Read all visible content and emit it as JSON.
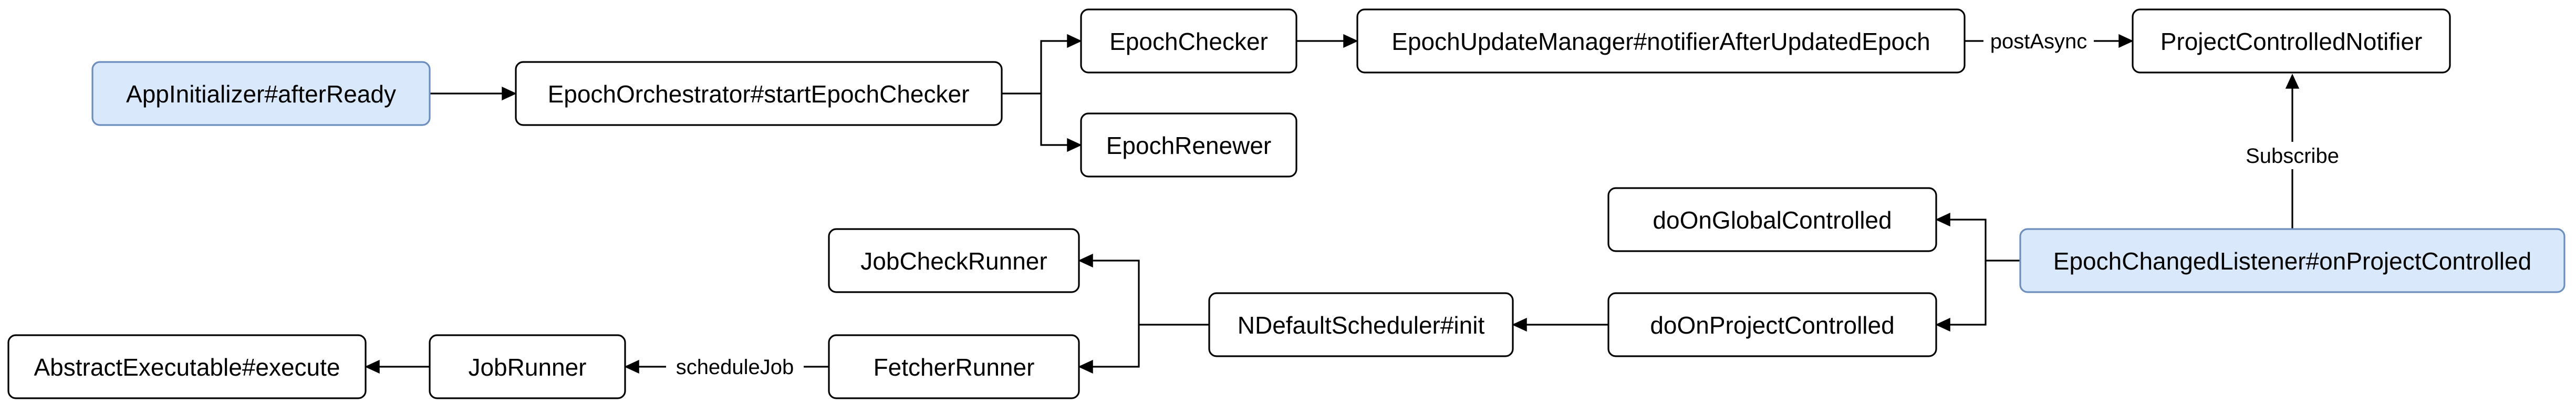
{
  "diagram": {
    "nodes": {
      "app_initializer": {
        "label": "AppInitializer#afterReady",
        "highlighted": true
      },
      "epoch_orchestrator": {
        "label": "EpochOrchestrator#startEpochChecker",
        "highlighted": false
      },
      "epoch_checker": {
        "label": "EpochChecker",
        "highlighted": false
      },
      "epoch_renewer": {
        "label": "EpochRenewer",
        "highlighted": false
      },
      "epoch_update_manager": {
        "label": "EpochUpdateManager#notifierAfterUpdatedEpoch",
        "highlighted": false
      },
      "project_controlled_notifier": {
        "label": "ProjectControlledNotifier",
        "highlighted": false
      },
      "epoch_changed_listener": {
        "label": "EpochChangedListener#onProjectControlled",
        "highlighted": true
      },
      "do_on_global_controlled": {
        "label": "doOnGlobalControlled",
        "highlighted": false
      },
      "do_on_project_controlled": {
        "label": "doOnProjectControlled",
        "highlighted": false
      },
      "ndefault_scheduler": {
        "label": "NDefaultScheduler#init",
        "highlighted": false
      },
      "job_check_runner": {
        "label": "JobCheckRunner",
        "highlighted": false
      },
      "fetcher_runner": {
        "label": "FetcherRunner",
        "highlighted": false
      },
      "job_runner": {
        "label": "JobRunner",
        "highlighted": false
      },
      "abstract_executable": {
        "label": "AbstractExecutable#execute",
        "highlighted": false
      }
    },
    "edges": [
      {
        "from": "app_initializer",
        "to": "epoch_orchestrator",
        "label": ""
      },
      {
        "from": "epoch_orchestrator",
        "to": "epoch_checker",
        "label": ""
      },
      {
        "from": "epoch_orchestrator",
        "to": "epoch_renewer",
        "label": ""
      },
      {
        "from": "epoch_checker",
        "to": "epoch_update_manager",
        "label": ""
      },
      {
        "from": "epoch_update_manager",
        "to": "project_controlled_notifier",
        "label": "postAsync"
      },
      {
        "from": "epoch_changed_listener",
        "to": "project_controlled_notifier",
        "label": "Subscribe"
      },
      {
        "from": "epoch_changed_listener",
        "to": "do_on_global_controlled",
        "label": ""
      },
      {
        "from": "epoch_changed_listener",
        "to": "do_on_project_controlled",
        "label": ""
      },
      {
        "from": "do_on_project_controlled",
        "to": "ndefault_scheduler",
        "label": ""
      },
      {
        "from": "ndefault_scheduler",
        "to": "job_check_runner",
        "label": ""
      },
      {
        "from": "ndefault_scheduler",
        "to": "fetcher_runner",
        "label": ""
      },
      {
        "from": "fetcher_runner",
        "to": "job_runner",
        "label": "scheduleJob"
      },
      {
        "from": "job_runner",
        "to": "abstract_executable",
        "label": ""
      }
    ],
    "colors": {
      "highlight_fill": "#dae8fc",
      "highlight_stroke": "#6c8ebf",
      "default_fill": "#ffffff",
      "default_stroke": "#000000"
    }
  }
}
